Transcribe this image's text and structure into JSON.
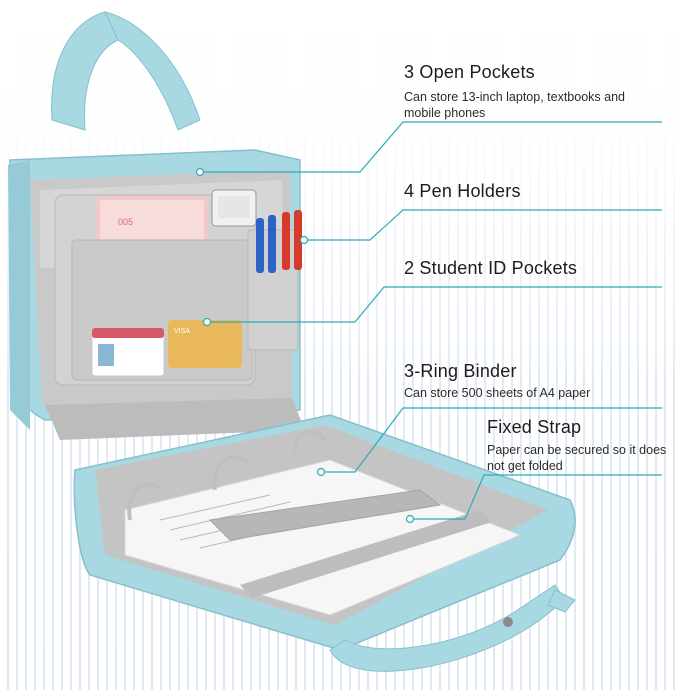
{
  "colors": {
    "bag": "#a8d8e2",
    "bag_dark": "#86c0cc",
    "lining": "#c9c9c9",
    "lining_light": "#dedede",
    "leader_line": "#2fa9bb"
  },
  "callouts": [
    {
      "title": "3 Open Pockets",
      "desc": "Can store 13-inch laptop, textbooks and mobile phones"
    },
    {
      "title": "4 Pen Holders",
      "desc": ""
    },
    {
      "title": "2 Student ID Pockets",
      "desc": ""
    },
    {
      "title": "3-Ring Binder",
      "desc": "Can store 500 sheets of A4 paper"
    },
    {
      "title": "Fixed Strap",
      "desc": "Paper can be secured so it does not get folded"
    }
  ],
  "product_labels": {
    "notebook": "005",
    "card": "VISA"
  }
}
